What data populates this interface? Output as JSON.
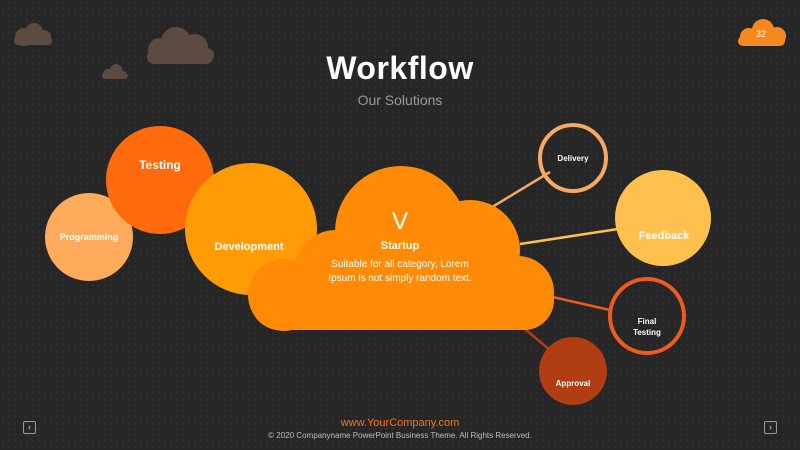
{
  "slide": {
    "title": "Workflow",
    "subtitle": "Our Solutions",
    "number": "32"
  },
  "center": {
    "icon": "V",
    "title": "Startup",
    "description": "Suitable for all category, Lorem Ipsum is not simply random text."
  },
  "left_nodes": [
    {
      "label": "Programming",
      "color": "#ffab5c"
    },
    {
      "label": "Testing",
      "color": "#ff6a0d"
    },
    {
      "label": "Development",
      "color": "#ff9b05"
    }
  ],
  "right_nodes": [
    {
      "label": "Delivery",
      "style": "outline",
      "color": "#f6a865"
    },
    {
      "label": "Feedback",
      "style": "filled",
      "color": "#ffc04d"
    },
    {
      "label": "Final\nTesting",
      "style": "outline",
      "color": "#ee5a1f"
    },
    {
      "label": "Approval",
      "style": "filled",
      "color": "#b03e12"
    }
  ],
  "footer": {
    "url": "www.YourCompany.com",
    "copyright": "© 2020 Companyname  PowerPoint  Business Theme. All Rights Reserved."
  },
  "nav": {
    "prev": "‹",
    "next": "›"
  },
  "colors": {
    "cloud": "#ff8a05",
    "accent": "#f07a1e",
    "bg_cloud": "#5b4b41"
  }
}
